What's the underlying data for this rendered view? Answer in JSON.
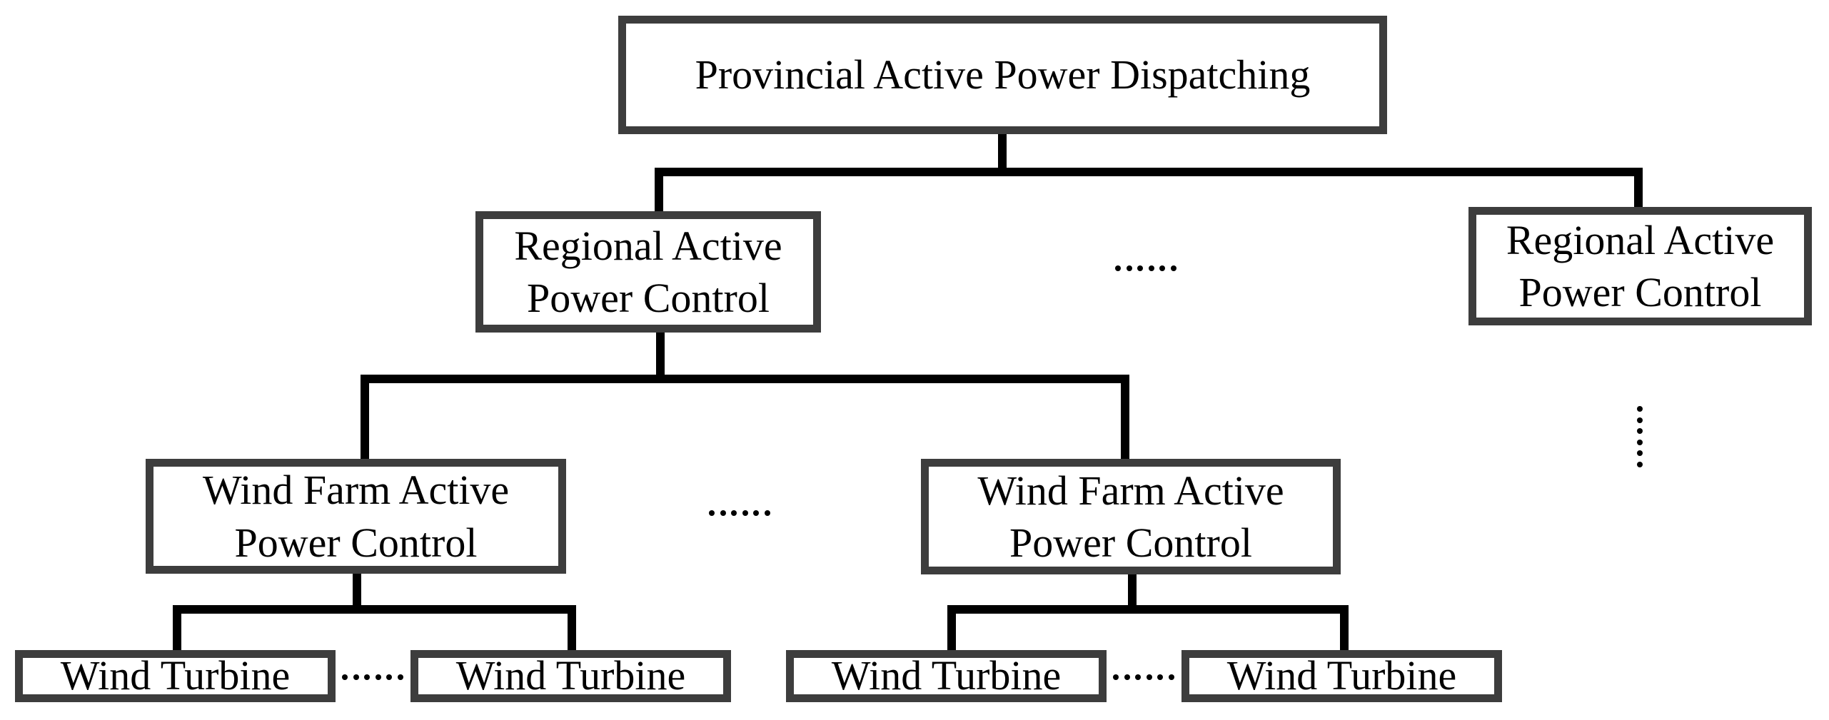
{
  "figure": {
    "background": "#ffffff",
    "box_border_color": "#3d3d3d",
    "connector_color": "#000000",
    "text_color": "#000000"
  },
  "nodes": {
    "provincial": {
      "label": "Provincial Active Power Dispatching"
    },
    "regional_left": {
      "label": "Regional Active\nPower Control"
    },
    "regional_right": {
      "label": "Regional Active\nPower Control"
    },
    "wind_farm_left": {
      "label": "Wind Farm Active\nPower Control"
    },
    "wind_farm_right": {
      "label": "Wind Farm Active\nPower Control"
    },
    "wind_turbine_1": {
      "label": "Wind Turbine"
    },
    "wind_turbine_2": {
      "label": "Wind Turbine"
    },
    "wind_turbine_3": {
      "label": "Wind Turbine"
    },
    "wind_turbine_4": {
      "label": "Wind Turbine"
    }
  },
  "ellipsis": {
    "between_regional": "......",
    "between_wind_farms": "......",
    "between_turbines_left": "......",
    "between_turbines_right": "......",
    "below_regional_right": "......"
  }
}
